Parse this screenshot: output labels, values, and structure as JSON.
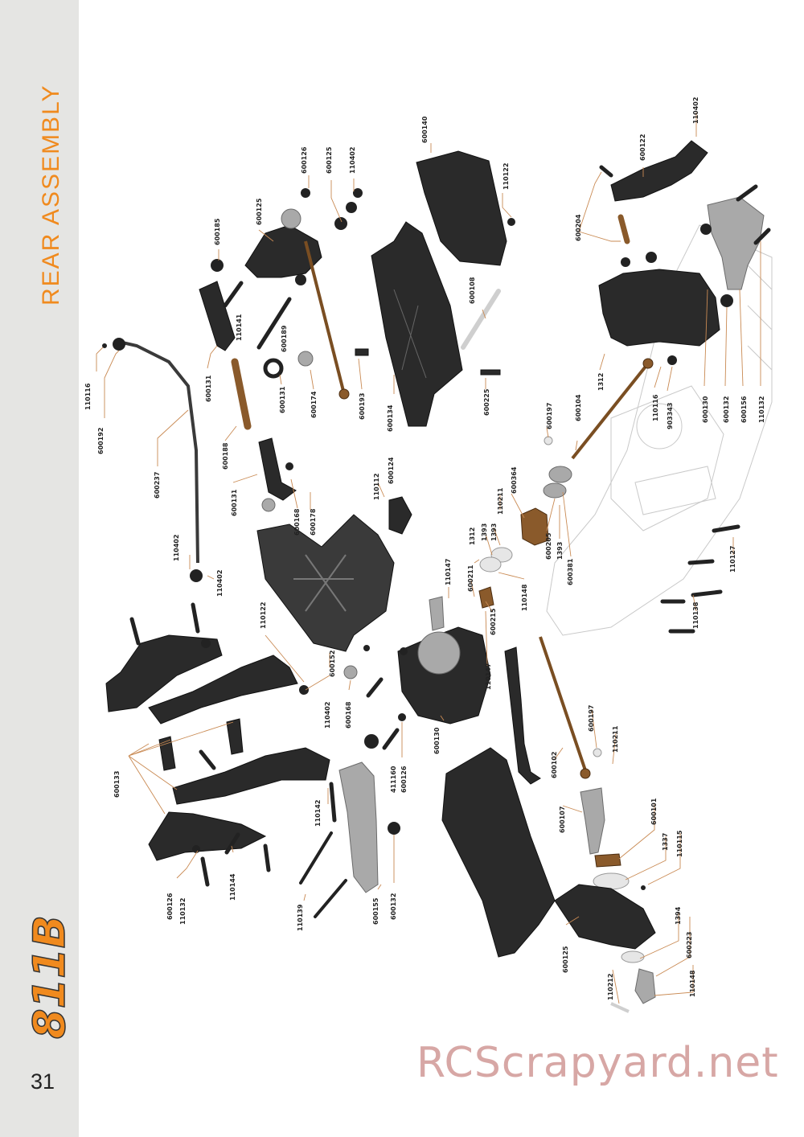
{
  "page": {
    "section_title": "REAR  ASSEMBLY",
    "page_number": "31",
    "watermark": "RCScrapyard.net"
  },
  "colors": {
    "accent_orange": "#f08a1e",
    "sidebar_grey": "#e5e5e3",
    "leader_line": "#c98a53",
    "watermark": "#d7a7a5"
  },
  "logo": {
    "text": "811B"
  },
  "part_labels": [
    {
      "id": "l01",
      "text": "600140"
    },
    {
      "id": "l02",
      "text": "110122"
    },
    {
      "id": "l03",
      "text": "600126"
    },
    {
      "id": "l04",
      "text": "600125"
    },
    {
      "id": "l05",
      "text": "110402"
    },
    {
      "id": "l06",
      "text": "600125"
    },
    {
      "id": "l07",
      "text": "600185"
    },
    {
      "id": "l08",
      "text": "110141"
    },
    {
      "id": "l09",
      "text": "600189"
    },
    {
      "id": "l10",
      "text": "600108"
    },
    {
      "id": "l11",
      "text": "110116"
    },
    {
      "id": "l12",
      "text": "600192"
    },
    {
      "id": "l13",
      "text": "600131"
    },
    {
      "id": "l14",
      "text": "600131"
    },
    {
      "id": "l15",
      "text": "600174"
    },
    {
      "id": "l16",
      "text": "600193"
    },
    {
      "id": "l17",
      "text": "600134"
    },
    {
      "id": "l18",
      "text": "600225"
    },
    {
      "id": "l19",
      "text": "600188"
    },
    {
      "id": "l20",
      "text": "600237"
    },
    {
      "id": "l21",
      "text": "600131"
    },
    {
      "id": "l22",
      "text": "600168"
    },
    {
      "id": "l23",
      "text": "600178"
    },
    {
      "id": "l24",
      "text": "110112"
    },
    {
      "id": "l25",
      "text": "600124"
    },
    {
      "id": "l26",
      "text": "110402"
    },
    {
      "id": "l27",
      "text": "110402"
    },
    {
      "id": "l28",
      "text": "110122"
    },
    {
      "id": "l29",
      "text": "600152"
    },
    {
      "id": "l30",
      "text": "110402"
    },
    {
      "id": "l31",
      "text": "600168"
    },
    {
      "id": "l32",
      "text": "600133"
    },
    {
      "id": "l33",
      "text": "110142"
    },
    {
      "id": "l34",
      "text": "110144"
    },
    {
      "id": "l35",
      "text": "600126"
    },
    {
      "id": "l36",
      "text": "110132"
    },
    {
      "id": "l37",
      "text": "110139"
    },
    {
      "id": "l38",
      "text": "600155"
    },
    {
      "id": "l39",
      "text": "600132"
    },
    {
      "id": "l40",
      "text": "411160"
    },
    {
      "id": "l41",
      "text": "600126"
    },
    {
      "id": "l42",
      "text": "600130"
    },
    {
      "id": "l43",
      "text": "110147"
    },
    {
      "id": "l44",
      "text": "110147"
    },
    {
      "id": "l45",
      "text": "600211"
    },
    {
      "id": "l46",
      "text": "600215"
    },
    {
      "id": "l47",
      "text": "1312"
    },
    {
      "id": "l48",
      "text": "1393"
    },
    {
      "id": "l49",
      "text": "1393"
    },
    {
      "id": "l50",
      "text": "110148"
    },
    {
      "id": "l51",
      "text": "110211"
    },
    {
      "id": "l52",
      "text": "600364"
    },
    {
      "id": "l53",
      "text": "600205"
    },
    {
      "id": "l54",
      "text": "1393"
    },
    {
      "id": "l55",
      "text": "600381"
    },
    {
      "id": "l56",
      "text": "600197"
    },
    {
      "id": "l57",
      "text": "600104"
    },
    {
      "id": "l58",
      "text": "1312"
    },
    {
      "id": "l59",
      "text": "110116"
    },
    {
      "id": "l60",
      "text": "903343"
    },
    {
      "id": "l61",
      "text": "600204"
    },
    {
      "id": "l62",
      "text": "600122"
    },
    {
      "id": "l63",
      "text": "110402"
    },
    {
      "id": "l64",
      "text": "600130"
    },
    {
      "id": "l65",
      "text": "600132"
    },
    {
      "id": "l66",
      "text": "600156"
    },
    {
      "id": "l67",
      "text": "110132"
    },
    {
      "id": "l68",
      "text": "110127"
    },
    {
      "id": "l69",
      "text": "110138"
    },
    {
      "id": "l70",
      "text": "600102"
    },
    {
      "id": "l71",
      "text": "600197"
    },
    {
      "id": "l72",
      "text": "110211"
    },
    {
      "id": "l73",
      "text": "600107"
    },
    {
      "id": "l74",
      "text": "600101"
    },
    {
      "id": "l75",
      "text": "1337"
    },
    {
      "id": "l76",
      "text": "110115"
    },
    {
      "id": "l77",
      "text": "600125"
    },
    {
      "id": "l78",
      "text": "1394"
    },
    {
      "id": "l79",
      "text": "600223"
    },
    {
      "id": "l80",
      "text": "110148"
    },
    {
      "id": "l81",
      "text": "110212"
    }
  ]
}
